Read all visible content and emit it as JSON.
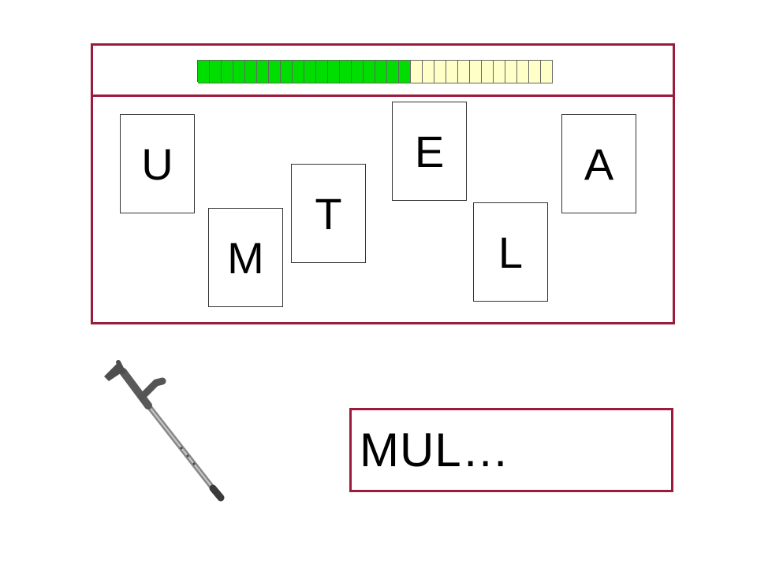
{
  "progress": {
    "filled": 18,
    "total": 30,
    "filled_color": "#00dd00",
    "empty_color": "#ffffc8"
  },
  "letters": [
    "U",
    "M",
    "T",
    "E",
    "L",
    "A"
  ],
  "answer": {
    "text": "MUL…"
  },
  "picture": {
    "icon": "crutch-icon",
    "colors": {
      "body": "#5a5a5a",
      "shaft": "#9a9a9a"
    }
  },
  "colors": {
    "frame": "#9b1b3a"
  }
}
